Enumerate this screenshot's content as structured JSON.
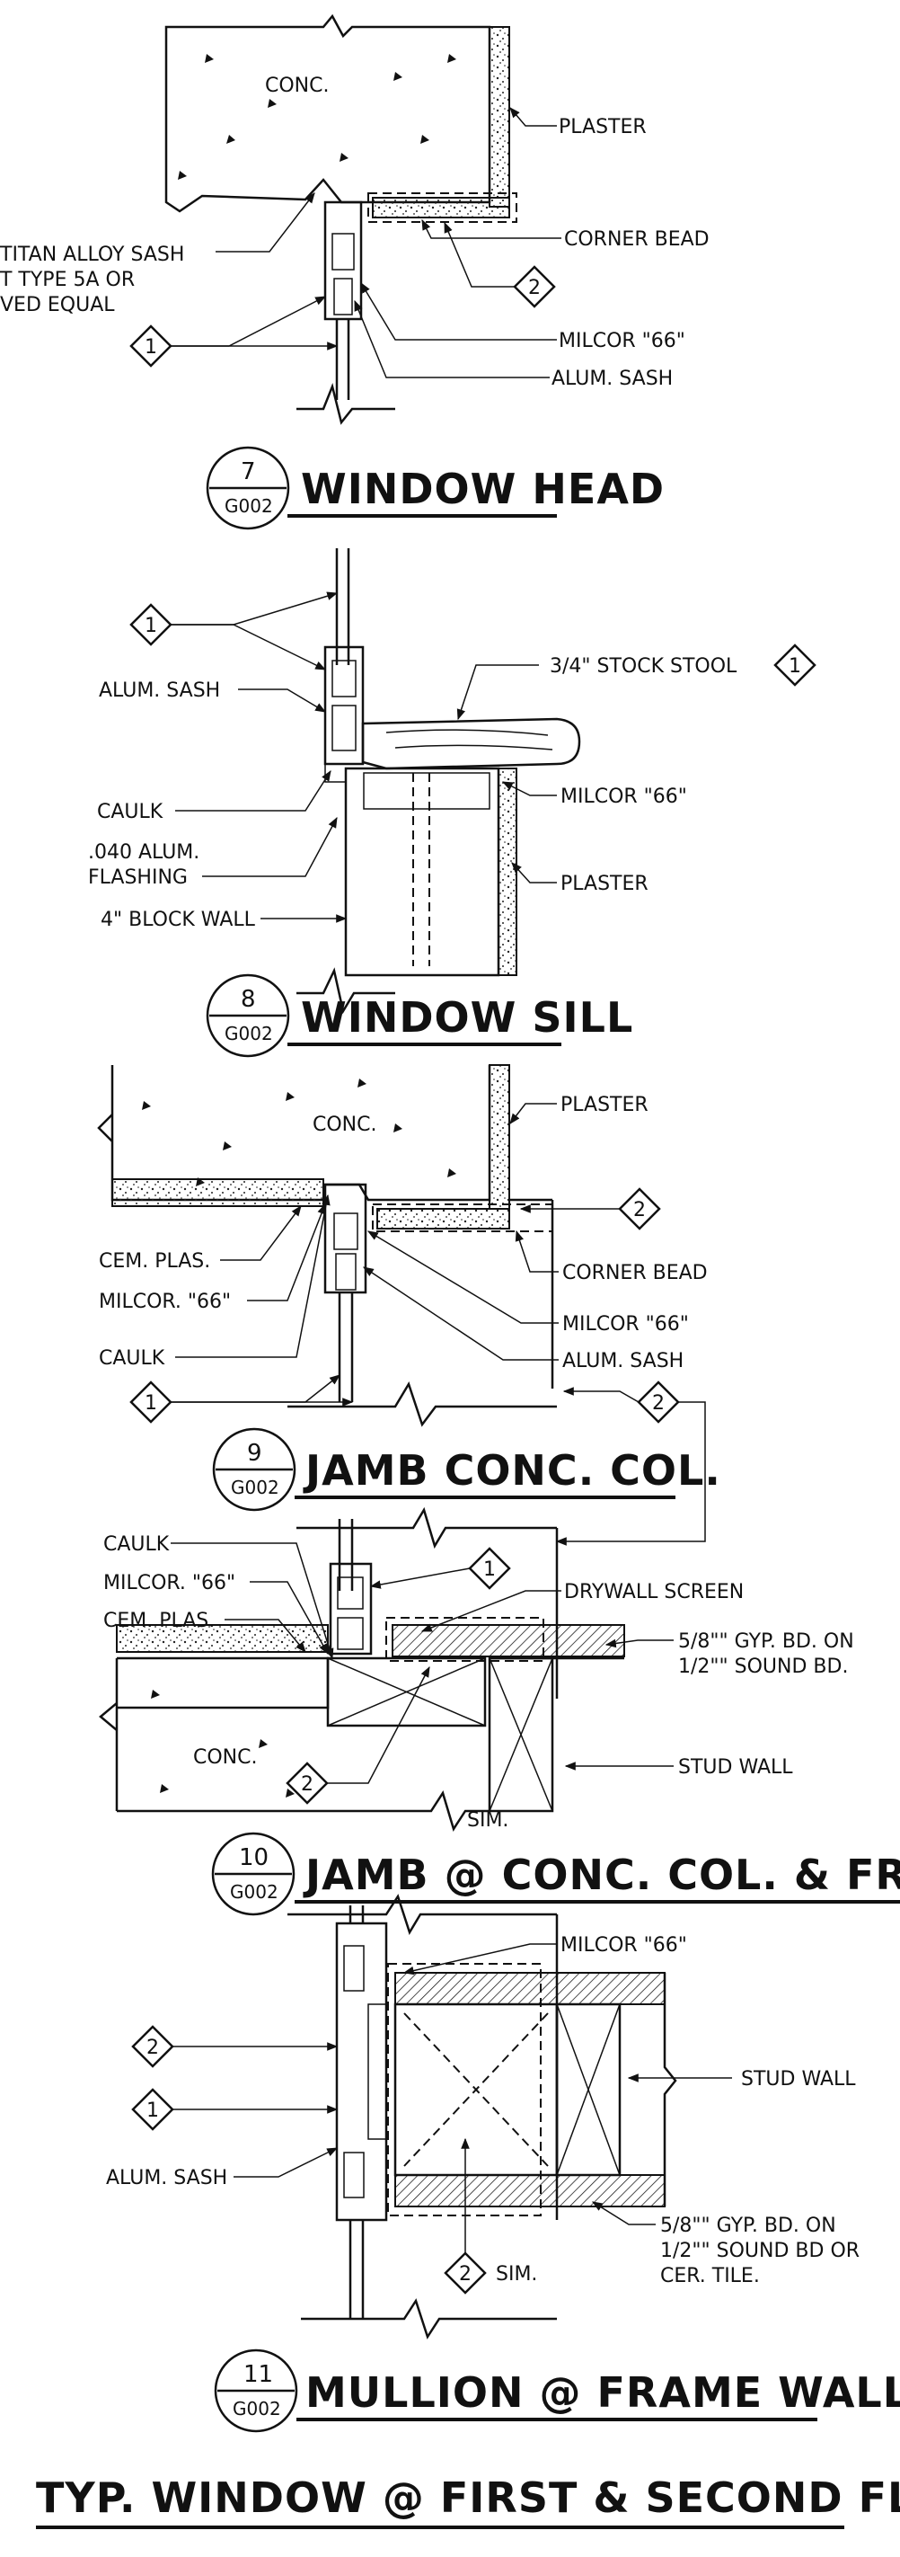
{
  "details": {
    "d7": {
      "number": "7",
      "sheet": "G002",
      "title": "WINDOW HEAD",
      "conc": "CONC.",
      "labels": {
        "plaster": "PLASTER",
        "corner_bead": "CORNER BEAD",
        "milcor": "MILCOR \"66\"",
        "alum_sash": "ALUM. SASH",
        "titan1": "TITAN ALLOY SASH",
        "titan2": "T TYPE 5A OR",
        "titan3": "VED EQUAL"
      },
      "tags": [
        "2",
        "1"
      ]
    },
    "d8": {
      "number": "8",
      "sheet": "G002",
      "title": "WINDOW SILL",
      "labels": {
        "alum_sash": "ALUM. SASH",
        "stock_stool": "3/4\" STOCK STOOL",
        "milcor": "MILCOR \"66\"",
        "caulk": "CAULK",
        "flashing1": ".040 ALUM.",
        "flashing2": "FLASHING",
        "plaster": "PLASTER",
        "block_wall": "4\" BLOCK WALL"
      },
      "tags": [
        "1",
        "1"
      ]
    },
    "d9": {
      "number": "9",
      "sheet": "G002",
      "title": "JAMB CONC. COL.",
      "conc": "CONC.",
      "labels": {
        "plaster": "PLASTER",
        "corner_bead": "CORNER BEAD",
        "cem_plas": "CEM. PLAS.",
        "milcor_a": "MILCOR. \"66\"",
        "milcor_b": "MILCOR \"66\"",
        "caulk": "CAULK",
        "alum_sash": "ALUM. SASH"
      },
      "tags": [
        "2",
        "1",
        "2"
      ]
    },
    "d10": {
      "number": "10",
      "sheet": "G002",
      "title": "JAMB @ CONC. COL. & FRAM",
      "conc": "CONC.",
      "labels": {
        "caulk": "CAULK",
        "milcor": "MILCOR. \"66\"",
        "cem_plas": "CEM. PLAS.",
        "drywall_screen": "DRYWALL SCREEN",
        "gyp1": "5/8\"\" GYP. BD. ON",
        "gyp2": "1/2\"\" SOUND BD.",
        "stud_wall": "STUD WALL",
        "sim": "SIM."
      },
      "tags": [
        "1",
        "2"
      ]
    },
    "d11": {
      "number": "11",
      "sheet": "G002",
      "title": "MULLION @ FRAME WALL",
      "labels": {
        "milcor": "MILCOR \"66\"",
        "stud_wall": "STUD WALL",
        "alum_sash": "ALUM. SASH",
        "gyp1": "5/8\"\" GYP. BD. ON",
        "gyp2": "1/2\"\" SOUND BD OR",
        "gyp3": "CER. TILE.",
        "sim": "SIM."
      },
      "tags": [
        "2",
        "1",
        "2"
      ]
    }
  },
  "footer_title": "TYP. WINDOW @ FIRST & SECOND FLR."
}
